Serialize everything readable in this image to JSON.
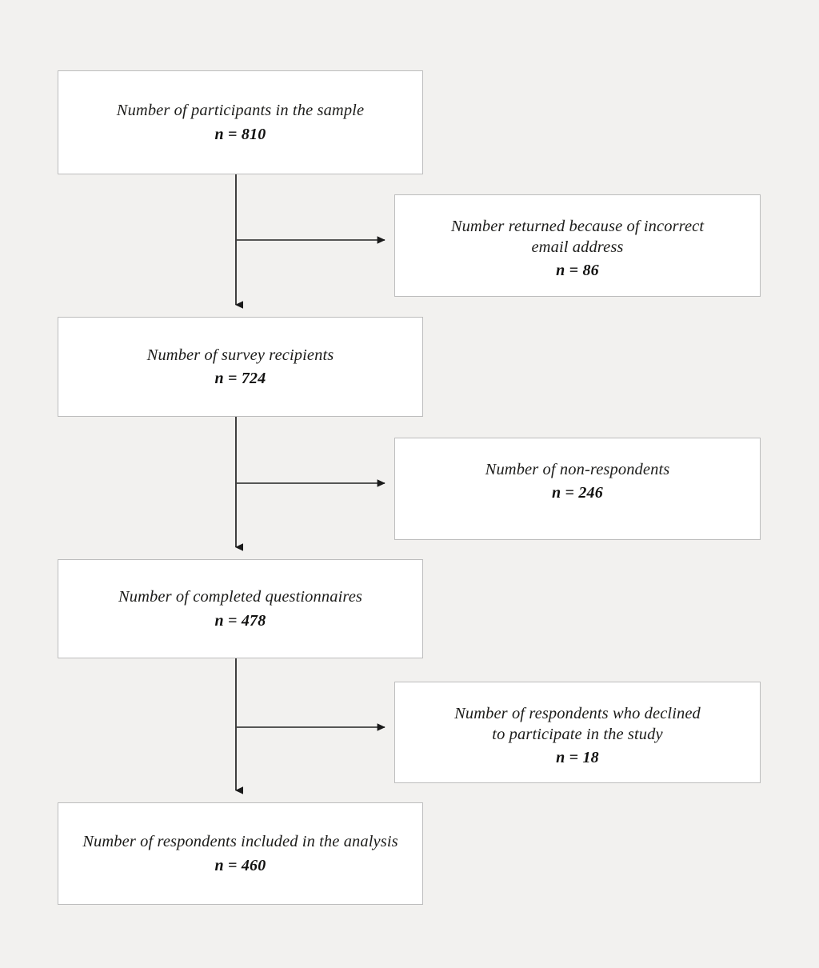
{
  "diagram": {
    "type": "participant-flow-diagram",
    "orientation": "vertical",
    "background_color": "#f2f1ef",
    "box_fill_color": "#ffffff",
    "box_border_color": "#bdbdbd",
    "connector_color": "#3f3f3f",
    "arrowhead_color": "#1a1a1a",
    "text_color": "#1d1d1b"
  },
  "main_flow": [
    {
      "id": "sample",
      "label": "Number of participants in the sample",
      "count_text": "n = 810",
      "n": 810
    },
    {
      "id": "recipients",
      "label": "Number of survey recipients",
      "count_text": "n = 724",
      "n": 724
    },
    {
      "id": "completed",
      "label": "Number of completed questionnaires",
      "count_text": "n = 478",
      "n": 478
    },
    {
      "id": "analysis",
      "label": "Number of respondents included in the analysis",
      "count_text": "n = 460",
      "n": 460
    }
  ],
  "exclusions": [
    {
      "id": "returned",
      "label": "Number returned because of incorrect\nemail address",
      "count_text": "n = 86",
      "n": 86
    },
    {
      "id": "nonrespondents",
      "label": "Number of non-respondents",
      "count_text": "n = 246",
      "n": 246
    },
    {
      "id": "declined",
      "label": "Number of respondents who declined\nto participate in the study",
      "count_text": "n = 18",
      "n": 18
    }
  ],
  "connectors": [
    {
      "id": "trunk-1",
      "from": "sample",
      "to": "recipients",
      "kind": "vertical-arrow"
    },
    {
      "id": "branch-1",
      "from": "trunk-1",
      "to": "returned",
      "kind": "horizontal-arrow"
    },
    {
      "id": "trunk-2",
      "from": "recipients",
      "to": "completed",
      "kind": "vertical-arrow"
    },
    {
      "id": "branch-2",
      "from": "trunk-2",
      "to": "nonrespondents",
      "kind": "horizontal-arrow"
    },
    {
      "id": "trunk-3",
      "from": "completed",
      "to": "analysis",
      "kind": "vertical-arrow"
    },
    {
      "id": "branch-3",
      "from": "trunk-3",
      "to": "declined",
      "kind": "horizontal-arrow"
    }
  ]
}
